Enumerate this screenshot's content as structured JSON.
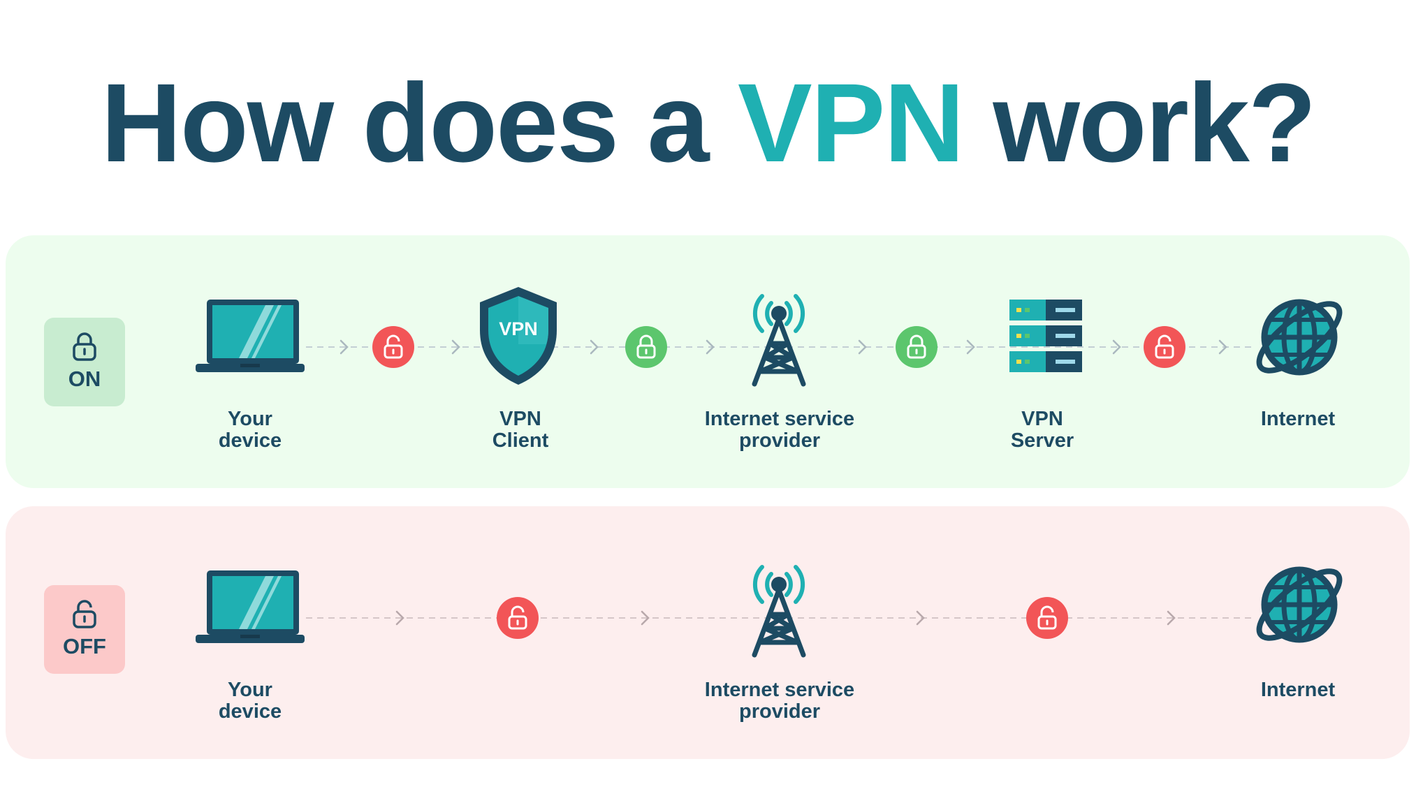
{
  "title": {
    "prefix": "How does a",
    "accent": "VPN",
    "suffix": "work?"
  },
  "colors": {
    "navy": "#1d4b63",
    "teal": "#1fb0b2",
    "on_panel": "#edfdee",
    "off_panel": "#fdeeee",
    "lock_closed": "#5cc66d",
    "lock_open": "#f25557"
  },
  "on_row": {
    "status": "ON",
    "status_icon": "lock-closed-icon",
    "nodes": [
      {
        "icon": "laptop-icon",
        "line1": "Your",
        "line2": "device"
      },
      {
        "icon": "shield-icon",
        "badge_text": "VPN",
        "line1": "VPN",
        "line2": "Client"
      },
      {
        "icon": "cell-tower-icon",
        "line1": "Internet service",
        "line2": "provider"
      },
      {
        "icon": "server-icon",
        "line1": "VPN",
        "line2": "Server"
      },
      {
        "icon": "globe-icon",
        "line1": "Internet",
        "line2": ""
      }
    ],
    "links": [
      {
        "lock": "open"
      },
      {
        "lock": "closed"
      },
      {
        "lock": "closed"
      },
      {
        "lock": "open"
      }
    ]
  },
  "off_row": {
    "status": "OFF",
    "status_icon": "lock-open-icon",
    "nodes": [
      {
        "icon": "laptop-icon",
        "line1": "Your",
        "line2": "device"
      },
      {
        "icon": "cell-tower-icon",
        "line1": "Internet service",
        "line2": "provider"
      },
      {
        "icon": "globe-icon",
        "line1": "Internet",
        "line2": ""
      }
    ],
    "links": [
      {
        "lock": "open"
      },
      {
        "lock": "open"
      }
    ]
  }
}
